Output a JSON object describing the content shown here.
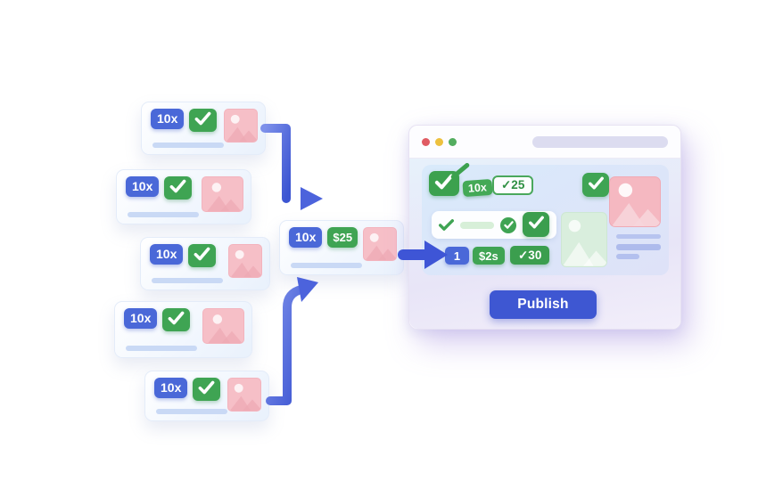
{
  "colors": {
    "badge_blue": "#4a68d8",
    "badge_green": "#3fa453",
    "thumb_pink": "#f5b8c1",
    "thumb_green": "#d9eedd",
    "arrow_blue": "#3e55d6",
    "publish_blue": "#3e57d2"
  },
  "source_cards": [
    {
      "multiplier": "10x"
    },
    {
      "multiplier": "10x"
    },
    {
      "multiplier": "10x"
    },
    {
      "multiplier": "10x"
    },
    {
      "multiplier": "10x"
    }
  ],
  "merge_card": {
    "multiplier": "10x",
    "price": "$25"
  },
  "browser": {
    "feed": {
      "tag_multiplier": "10x",
      "approved_count": "✓25",
      "step_index": "1",
      "price": "$2s",
      "final_count": "✓30"
    },
    "publish_label": "Publish"
  }
}
